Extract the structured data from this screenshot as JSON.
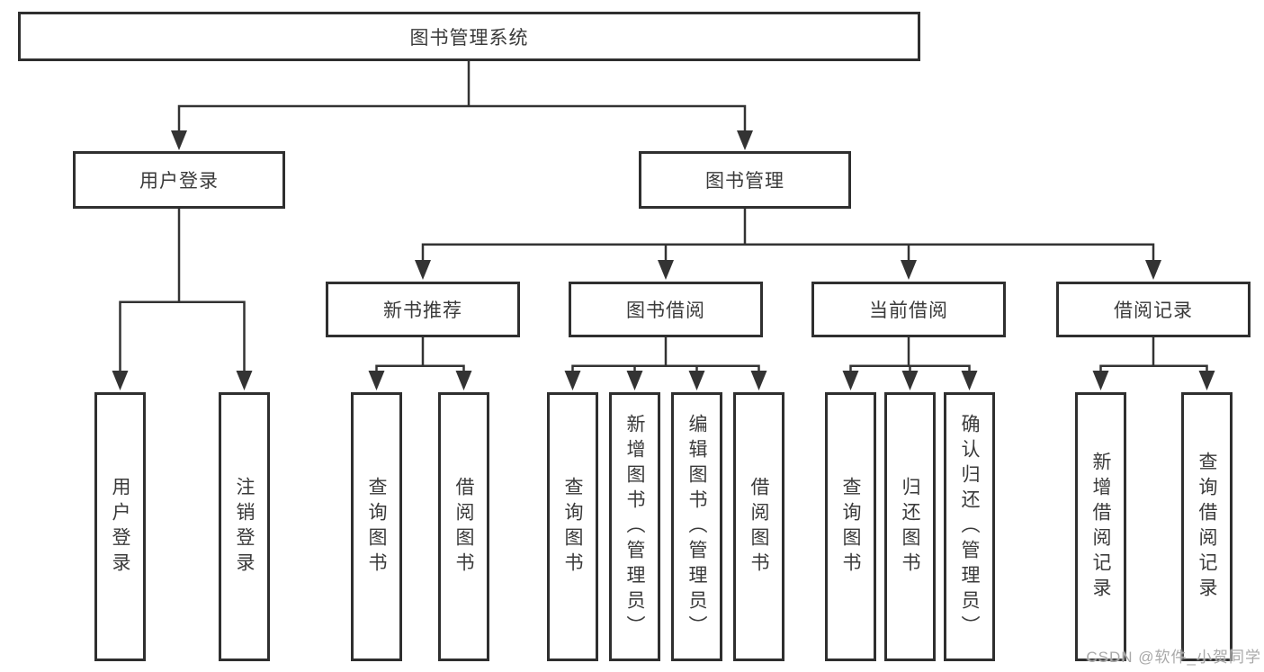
{
  "diagram": {
    "nodes": {
      "root": "图书管理系统",
      "user_login": "用户登录",
      "book_management": "图书管理",
      "new_book_recommend": "新书推荐",
      "book_borrow": "图书借阅",
      "current_borrow": "当前借阅",
      "borrow_records": "借阅记录",
      "leaves": {
        "user_login_children": [
          "用户登录",
          "注销登录"
        ],
        "new_book_children": [
          "查询图书",
          "借阅图书"
        ],
        "book_borrow_children": [
          "查询图书",
          "新增图书（管理员）",
          "编辑图书（管理员）",
          "借阅图书"
        ],
        "current_borrow_children": [
          "查询图书",
          "归还图书",
          "确认归还（管理员）"
        ],
        "borrow_records_children": [
          "新增借阅记录",
          "查询借阅记录"
        ]
      }
    },
    "watermark": "CSDN @软件_小贺同学",
    "colors": {
      "line": "#333333",
      "border": "#2f2f2f",
      "text": "#3a3a3a",
      "watermark": "#a9a9a9",
      "background": "#ffffff"
    }
  }
}
